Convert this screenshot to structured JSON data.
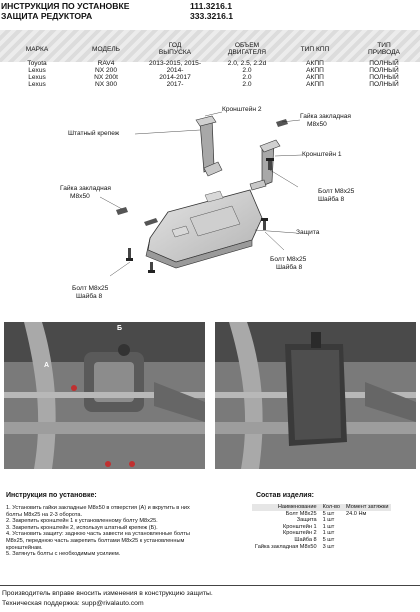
{
  "header": {
    "title_line1": "ИНСТРУКЦИЯ ПО УСТАНОВКЕ",
    "title_line2": "ЗАЩИТА РЕДУКТОРА",
    "code1": "111.3216.1",
    "code2": "333.3216.1"
  },
  "vehicle_table": {
    "headers": [
      "МАРКА",
      "МОДЕЛЬ",
      "ГОД\nВЫПУСКА",
      "ОБЪЕМ\nДВИГАТЕЛЯ",
      "ТИП КПП",
      "ТИП\nПРИВОДА"
    ],
    "rows": [
      [
        "Toyota",
        "RAV4",
        "2013-2015, 2015-",
        "2.0, 2.5, 2.2d",
        "АКПП",
        "ПОЛНЫЙ"
      ],
      [
        "Lexus",
        "NX 200",
        "2014-",
        "2.0",
        "АКПП",
        "ПОЛНЫЙ"
      ],
      [
        "Lexus",
        "NX 200t",
        "2014-2017",
        "2.0",
        "АКПП",
        "ПОЛНЫЙ"
      ],
      [
        "Lexus",
        "NX 300",
        "2017-",
        "2.0",
        "АКПП",
        "ПОЛНЫЙ"
      ]
    ]
  },
  "diagram_labels": {
    "bracket2": "Кронштейн 2",
    "std_mount": "Штатный крепеж",
    "nut_top_1": "Гайка закладная",
    "nut_top_2": "М8х50",
    "bracket1": "Кронштейн 1",
    "nut_left_1": "Гайка закладная",
    "nut_left_2": "М8х50",
    "bolt_right_1": "Болт М8х25",
    "bolt_right_2": "Шайба 8",
    "protection": "Защита",
    "bolt_mid_1": "Болт М8х25",
    "bolt_mid_2": "Шайба 8",
    "bolt_left_1": "Болт М8х25",
    "bolt_left_2": "Шайба 8"
  },
  "photo_markers": {
    "a": "A",
    "b": "Б"
  },
  "instructions": {
    "title": "Инструкция по установке:",
    "steps": [
      "1. Установить гайки закладные М8х50 в отверстия (А) и вкрутить в них",
      "болты М8х25 на 2-3 оборота.",
      "2. Закрепить кронштейн 1 к установленному болту М8х25.",
      "3. Закрепить кронштейн 2, используя штатный крепеж (Б).",
      "4. Установить защиту: заднюю часть завести на установленные болты",
      "М8х25, переднюю часть закрепить болтами М8х25 к установленным",
      "кронштейнам.",
      "5. Затянуть болты с необходимым усилием."
    ]
  },
  "contents": {
    "title": "Состав изделия:",
    "headers": [
      "Наименование",
      "Кол-во",
      "Момент затяжки"
    ],
    "rows": [
      [
        "Болт М8х25",
        "5 шт",
        "24.0 Нм"
      ],
      [
        "Защита",
        "1 шт",
        ""
      ],
      [
        "Кронштейн 1",
        "1 шт",
        ""
      ],
      [
        "Кронштейн 2",
        "1 шт",
        ""
      ],
      [
        "Шайба 8",
        "5 шт",
        ""
      ],
      [
        "Гайка закладная М8х50",
        "3 шт",
        ""
      ]
    ]
  },
  "footer": {
    "line1": "Производитель вправе вносить изменения в конструкцию защиты.",
    "line2": "Техническая поддержка: supp@rivalauto.com"
  }
}
